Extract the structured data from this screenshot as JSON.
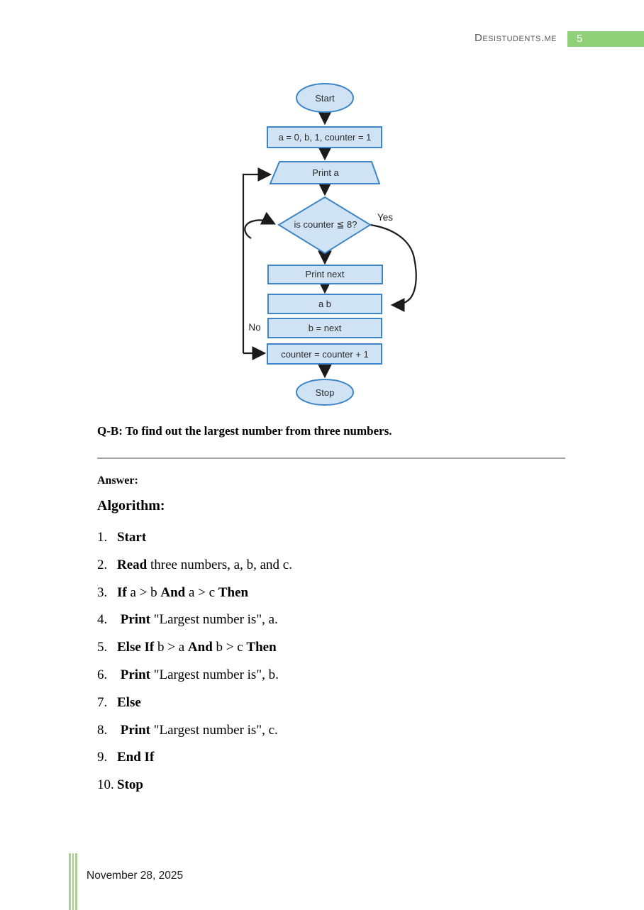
{
  "header": {
    "site": "Desistudents.me",
    "page_number": "5"
  },
  "flowchart": {
    "nodes": {
      "start": "Start",
      "init": "a = 0, b, 1, counter = 1",
      "print_a": "Print a",
      "decision": "is counter ≦ 8?",
      "print_next": "Print next",
      "ab": "a b",
      "b_next": "b = next",
      "increment": "counter = counter + 1",
      "stop": "Stop"
    },
    "edges": {
      "yes": "Yes",
      "no": "No"
    }
  },
  "question": {
    "label": "Q-B: To find out the largest number from three numbers."
  },
  "answer": {
    "heading": "Answer:",
    "subheading": "Algorithm:"
  },
  "algorithm": {
    "items": [
      {
        "num": "1.",
        "segments": [
          {
            "t": "Start",
            "b": true
          }
        ]
      },
      {
        "num": "2.",
        "segments": [
          {
            "t": "Read",
            "b": true
          },
          {
            "t": " three numbers, a, b, and c.",
            "b": false
          }
        ]
      },
      {
        "num": "3.",
        "segments": [
          {
            "t": "If",
            "b": true
          },
          {
            "t": " a > b ",
            "b": false
          },
          {
            "t": "And",
            "b": true
          },
          {
            "t": " a > c ",
            "b": false
          },
          {
            "t": "Then",
            "b": true
          }
        ]
      },
      {
        "num": "4.",
        "segments": [
          {
            "t": " Print",
            "b": true
          },
          {
            "t": " \"Largest number is\", a.",
            "b": false
          }
        ]
      },
      {
        "num": "5.",
        "segments": [
          {
            "t": "Else If",
            "b": true
          },
          {
            "t": " b > a ",
            "b": false
          },
          {
            "t": "And",
            "b": true
          },
          {
            "t": " b > c ",
            "b": false
          },
          {
            "t": "Then",
            "b": true
          }
        ]
      },
      {
        "num": "6.",
        "segments": [
          {
            "t": " Print",
            "b": true
          },
          {
            "t": " \"Largest number is\", b.",
            "b": false
          }
        ]
      },
      {
        "num": "7.",
        "segments": [
          {
            "t": "Else",
            "b": true
          }
        ]
      },
      {
        "num": "8.",
        "segments": [
          {
            "t": " Print",
            "b": true
          },
          {
            "t": " \"Largest number is\", c.",
            "b": false
          }
        ]
      },
      {
        "num": "9.",
        "segments": [
          {
            "t": "End If",
            "b": true
          }
        ]
      },
      {
        "num": "10.",
        "segments": [
          {
            "t": "Stop",
            "b": true
          }
        ]
      }
    ]
  },
  "footer": {
    "date": "November 28, 2025"
  },
  "colors": {
    "accent_green": "#8ed178",
    "footer_line_green": "#a9d18e",
    "node_fill": "#cfe3f5",
    "node_stroke": "#3d85c6",
    "arrow_color": "#1b1b1b",
    "divider_gray": "#a6a6a6",
    "header_gray": "#595959"
  }
}
